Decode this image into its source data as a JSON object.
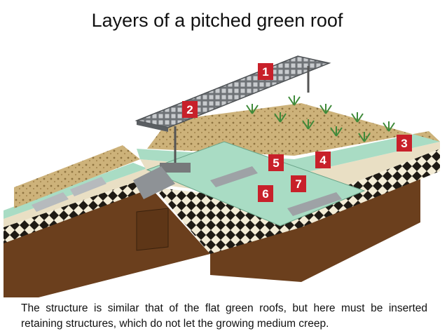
{
  "title": "Layers of a pitched green roof",
  "caption": "The structure is similar that of the flat green roofs, but here must be inserted retaining structures, which do not let the growing medium creep.",
  "markers": [
    "1",
    "2",
    "3",
    "4",
    "5",
    "6",
    "7"
  ],
  "colors": {
    "marker_red": "#c8202a",
    "drainage_green": "#a9dcc4",
    "substrate_tan": "#c9b27c",
    "soil_brown": "#6b3f1d",
    "deck_grey": "#8e9296",
    "plant_green": "#3f8a3a"
  }
}
